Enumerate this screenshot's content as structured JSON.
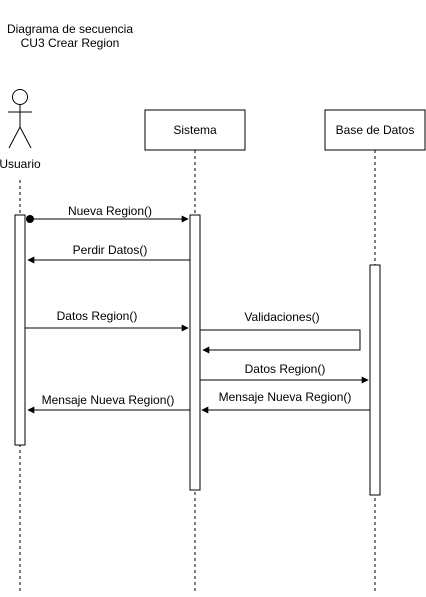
{
  "title": {
    "line1": "Diagrama de secuencia",
    "line2": "CU3 Crear Region"
  },
  "participants": {
    "actor": "Usuario",
    "system": "Sistema",
    "database": "Base de Datos"
  },
  "messages": {
    "m1": "Nueva Region()",
    "m2": "Perdir Datos()",
    "m3": "Datos Region()",
    "m4": "Validaciones()",
    "m5": "Datos Region()",
    "m6": "Mensaje Nueva Region()",
    "m7": "Mensaje Nueva Region()"
  }
}
